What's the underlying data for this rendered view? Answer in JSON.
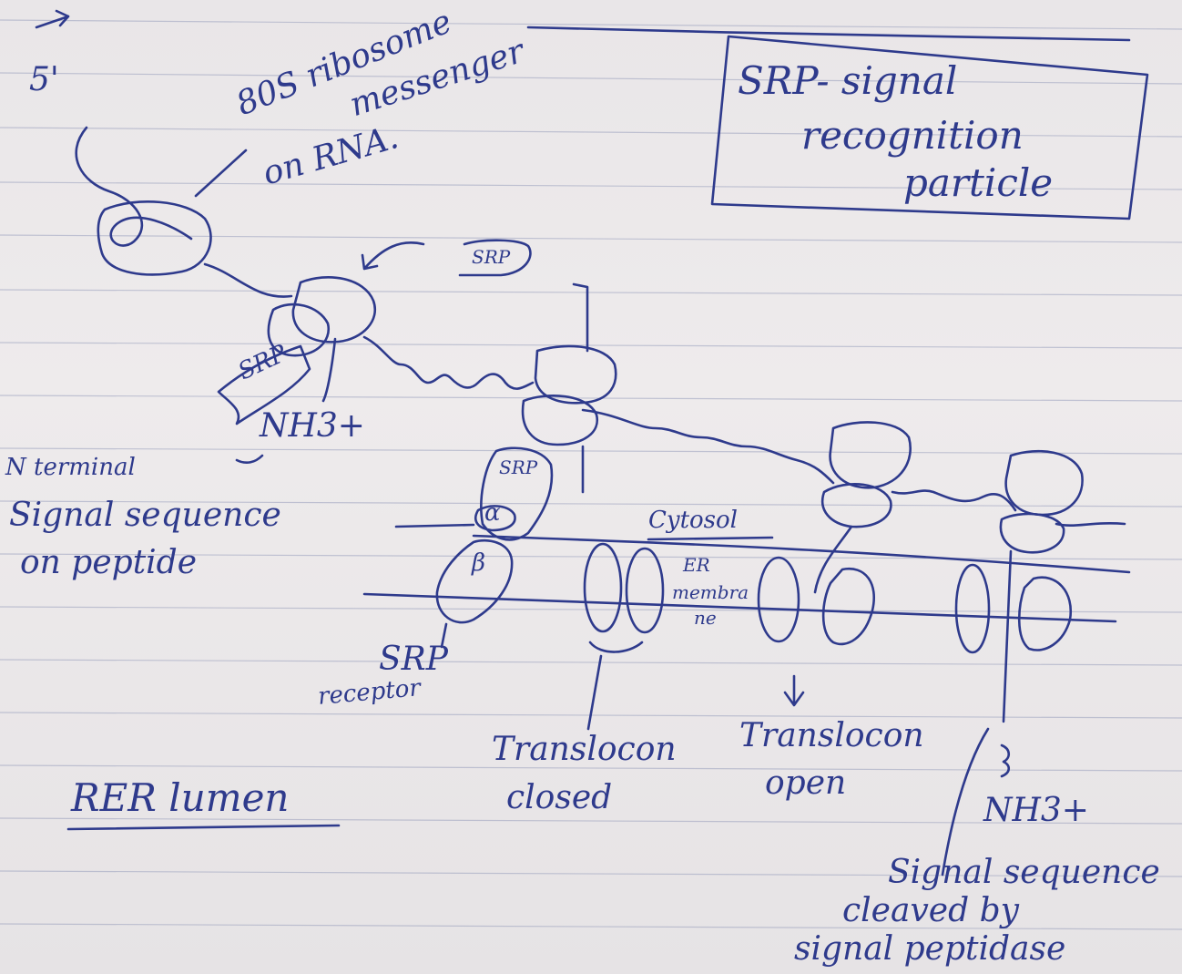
{
  "legend_box": {
    "line1": "SRP- signal",
    "line2": "recognition",
    "line3": "particle"
  },
  "labels": {
    "five_prime": "5'",
    "ribosome_l1": "80S ribosome",
    "ribosome_l2": "messenger",
    "ribosome_l3": "on RNA.",
    "srp_free": "SRP",
    "srp_bound": "SRP",
    "nh3_top": "NH3+",
    "n_terminal": "N terminal",
    "signal_seq_1": "Signal sequence",
    "signal_seq_2": "on peptide",
    "srp_on_receptor": "SRP",
    "alpha": "α",
    "beta": "β",
    "cytosol": "Cytosol",
    "er_membrane_1": "ER",
    "er_membrane_2": "membra",
    "er_membrane_3": "ne",
    "srp_receptor_1": "SRP",
    "srp_receptor_2": "receptor",
    "rer_lumen": "RER lumen",
    "translocon_closed_1": "Translocon",
    "translocon_closed_2": "closed",
    "translocon_open_1": "Translocon",
    "translocon_open_2": "open",
    "nh3_bottom": "NH3+",
    "cleaved_1": "Signal sequence",
    "cleaved_2": "cleaved by",
    "cleaved_3": "signal peptidase"
  }
}
